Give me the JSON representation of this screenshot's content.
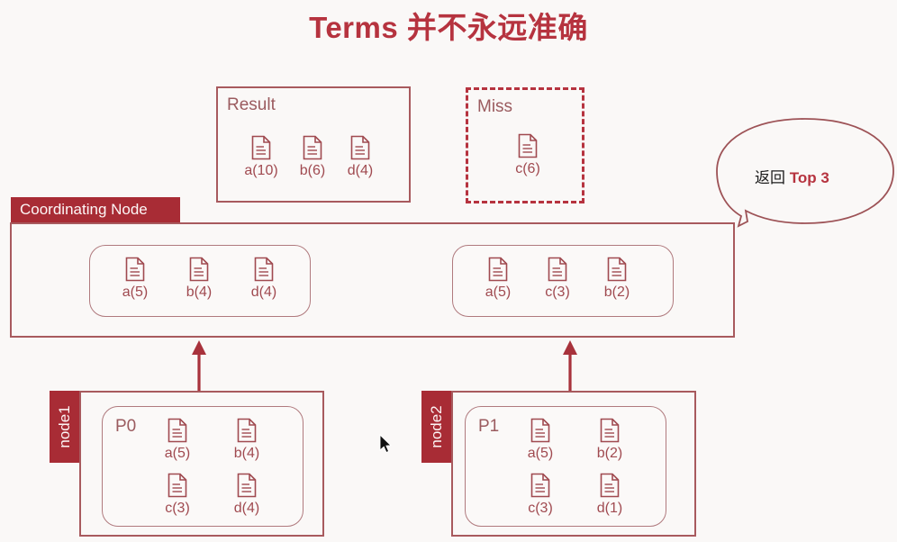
{
  "title": "Terms 并不永远准确",
  "colors": {
    "accent_red": "#b6333f",
    "tab_red": "#a82c35",
    "outline": "#a85a5e",
    "doc_text": "#a04a50",
    "background": "#faf8f7"
  },
  "result_box": {
    "title": "Result",
    "docs": [
      {
        "icon": "document-icon",
        "label": "a(10)"
      },
      {
        "icon": "document-icon",
        "label": "b(6)"
      },
      {
        "icon": "document-icon",
        "label": "d(4)"
      }
    ]
  },
  "miss_box": {
    "title": "Miss",
    "docs": [
      {
        "icon": "document-icon",
        "label": "c(6)"
      }
    ]
  },
  "callout": {
    "prefix": "返回",
    "accent": "Top 3"
  },
  "coordinating_node": {
    "label": "Coordinating Node",
    "groups": [
      {
        "name": "left-group",
        "docs": [
          {
            "icon": "document-icon",
            "label": "a(5)"
          },
          {
            "icon": "document-icon",
            "label": "b(4)"
          },
          {
            "icon": "document-icon",
            "label": "d(4)"
          }
        ]
      },
      {
        "name": "right-group",
        "docs": [
          {
            "icon": "document-icon",
            "label": "a(5)"
          },
          {
            "icon": "document-icon",
            "label": "c(3)"
          },
          {
            "icon": "document-icon",
            "label": "b(2)"
          }
        ]
      }
    ]
  },
  "nodes": [
    {
      "label": "node1",
      "shard": "P0",
      "docs": [
        {
          "icon": "document-icon",
          "label": "a(5)"
        },
        {
          "icon": "document-icon",
          "label": "b(4)"
        },
        {
          "icon": "document-icon",
          "label": "c(3)"
        },
        {
          "icon": "document-icon",
          "label": "d(4)"
        }
      ]
    },
    {
      "label": "node2",
      "shard": "P1",
      "docs": [
        {
          "icon": "document-icon",
          "label": "a(5)"
        },
        {
          "icon": "document-icon",
          "label": "b(2)"
        },
        {
          "icon": "document-icon",
          "label": "c(3)"
        },
        {
          "icon": "document-icon",
          "label": "d(1)"
        }
      ]
    }
  ],
  "arrows": [
    {
      "name": "arrow-node1-to-coordinator",
      "direction": "up"
    },
    {
      "name": "arrow-node2-to-coordinator",
      "direction": "up"
    }
  ],
  "cursor": {
    "icon": "mouse-pointer-icon"
  }
}
